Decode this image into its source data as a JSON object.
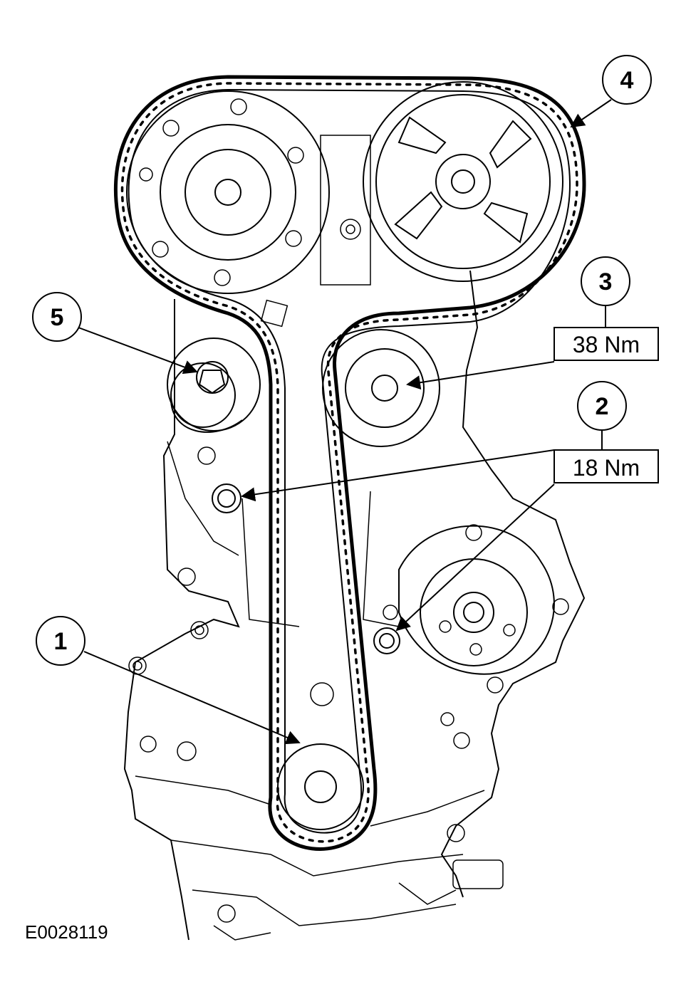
{
  "figure": {
    "id_label": "E0028119"
  },
  "callouts": [
    {
      "number": "1"
    },
    {
      "number": "2",
      "torque": "18 Nm"
    },
    {
      "number": "3",
      "torque": "38 Nm"
    },
    {
      "number": "4"
    },
    {
      "number": "5"
    }
  ]
}
